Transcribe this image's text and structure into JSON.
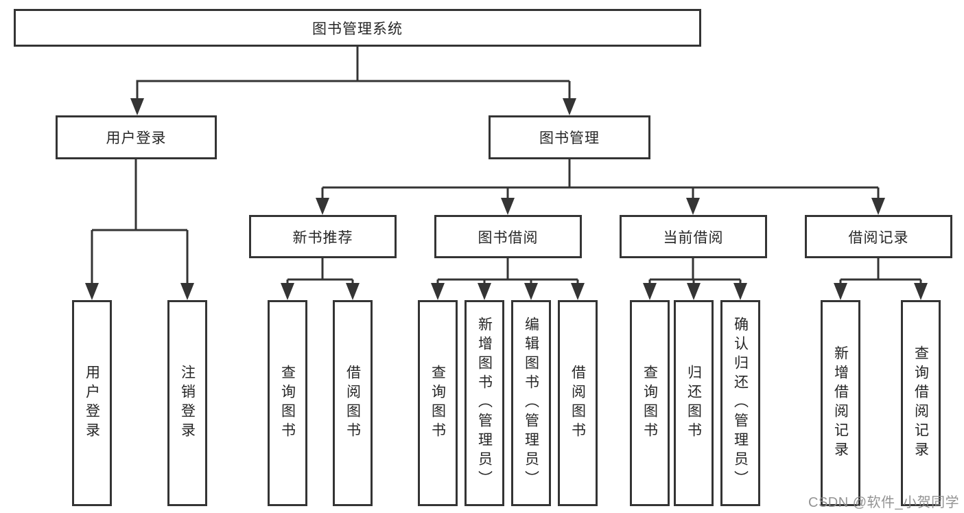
{
  "tree": {
    "label": "图书管理系统",
    "children": [
      {
        "label": "用户登录",
        "children": [
          {
            "label": "用户登录"
          },
          {
            "label": "注销登录"
          }
        ]
      },
      {
        "label": "图书管理",
        "children": [
          {
            "label": "新书推荐",
            "children": [
              {
                "label": "查询图书"
              },
              {
                "label": "借阅图书"
              }
            ]
          },
          {
            "label": "图书借阅",
            "children": [
              {
                "label": "查询图书"
              },
              {
                "label": "新增图书（管理员）"
              },
              {
                "label": "编辑图书（管理员）"
              },
              {
                "label": "借阅图书"
              }
            ]
          },
          {
            "label": "当前借阅",
            "children": [
              {
                "label": "查询图书"
              },
              {
                "label": "归还图书"
              },
              {
                "label": "确认归还（管理员）"
              }
            ]
          },
          {
            "label": "借阅记录",
            "children": [
              {
                "label": "新增借阅记录"
              },
              {
                "label": "查询借阅记录"
              }
            ]
          }
        ]
      }
    ]
  },
  "watermark": {
    "text": "CSDN @软件_小贺同学"
  },
  "colors": {
    "line": "#343434",
    "box_border": "#343434",
    "text": "#262626",
    "watermark": "#8a8a8a",
    "background": "#ffffff"
  }
}
